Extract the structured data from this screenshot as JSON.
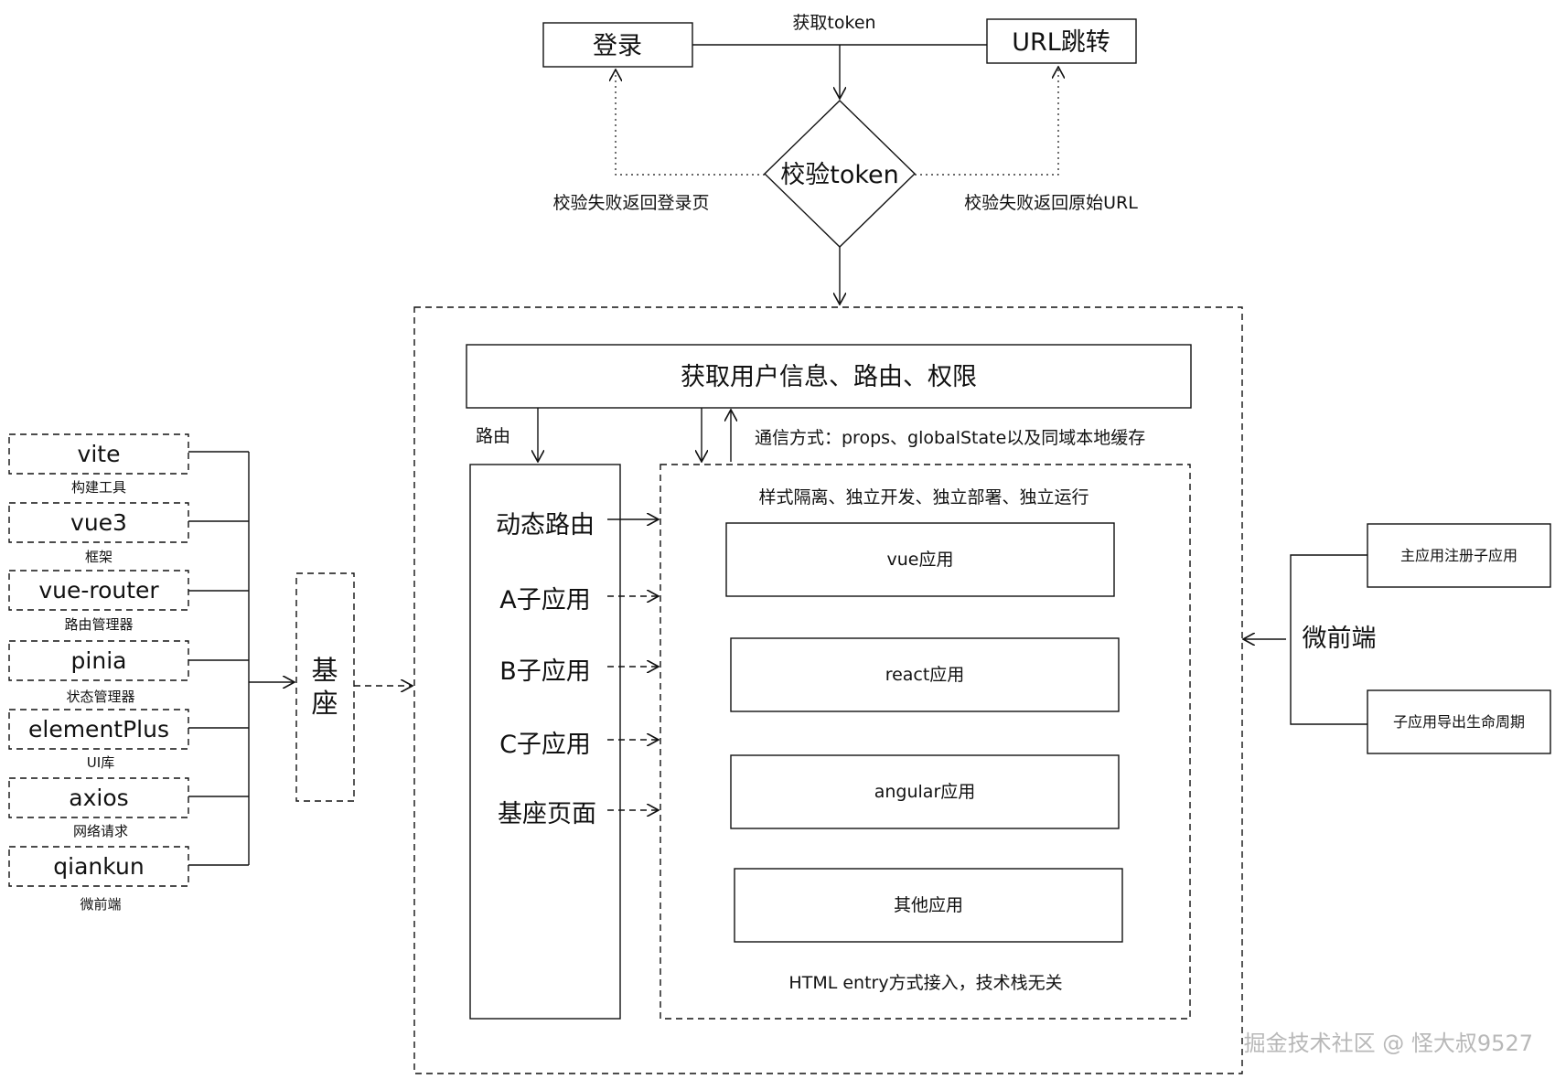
{
  "auth": {
    "login": "登录",
    "url_redirect": "URL跳转",
    "get_token": "获取token",
    "verify_token": "校验token",
    "fail_to_login": "校验失败返回登录页",
    "fail_to_url": "校验失败返回原始URL"
  },
  "main": {
    "user_info": "获取用户信息、路由、权限",
    "route_label": "路由",
    "comm_label": "通信方式：props、globalState以及同域本地缓存",
    "routes": [
      "动态路由",
      "A子应用",
      "B子应用",
      "C子应用",
      "基座页面"
    ],
    "subapps_title": "样式隔离、独立开发、独立部署、独立运行",
    "subapps": [
      "vue应用",
      "react应用",
      "angular应用",
      "其他应用"
    ],
    "subapps_footer": "HTML entry方式接入，技术栈无关"
  },
  "base": {
    "title_line1": "基",
    "title_line2": "座",
    "tech": [
      {
        "name": "vite",
        "desc": "构建工具"
      },
      {
        "name": "vue3",
        "desc": "框架"
      },
      {
        "name": "vue-router",
        "desc": "路由管理器"
      },
      {
        "name": "pinia",
        "desc": "状态管理器"
      },
      {
        "name": "elementPlus",
        "desc": "UI库"
      },
      {
        "name": "axios",
        "desc": "网络请求"
      },
      {
        "name": "qiankun",
        "desc": "微前端"
      }
    ]
  },
  "micro": {
    "title": "微前端",
    "items": [
      "主应用注册子应用",
      "子应用导出生命周期"
    ]
  },
  "watermark": "掘金技术社区 @ 怪大叔9527"
}
